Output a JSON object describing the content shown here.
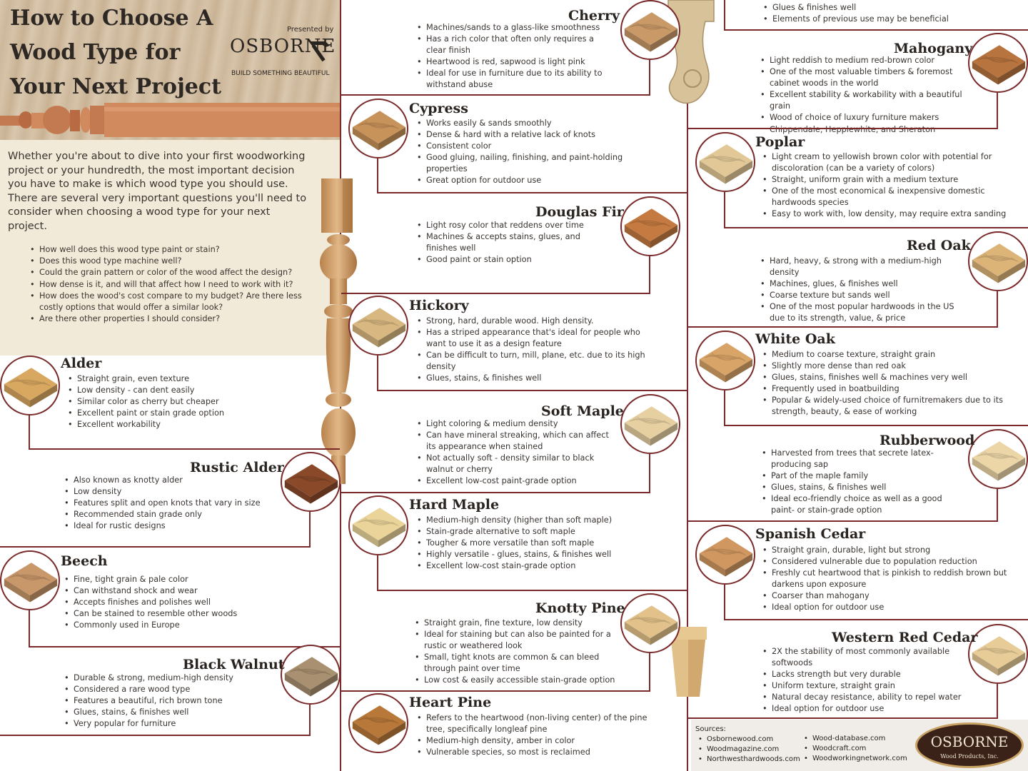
{
  "header": {
    "title_lines": [
      "How to Choose A",
      "Wood Type for",
      "Your Next Project"
    ],
    "presented_by": "Presented by",
    "brand": "OSBORNE",
    "tagline": "BUILD SOMETHING BEAUTIFUL"
  },
  "intro": "Whether you're about to dive into your first woodworking project or your hundredth, the most important decision you have to make is which wood type you should use. There are several very important questions you'll need to consider when choosing a wood type for your next project.",
  "questions": [
    "How well does this wood type paint or stain?",
    "Does this wood type machine well?",
    "Could the grain pattern or color of the wood affect the design?",
    "How dense is it, and will that affect how I need to work with it?",
    "How does the wood's cost compare to my budget? Are there less costly options that would offer a similar look?",
    "Are there other properties I should consider?"
  ],
  "woods": {
    "alder": {
      "title": "Alder",
      "color": "#d9a860",
      "points": [
        "Straight grain, even texture",
        "Low density - can dent easily",
        "Similar color as cherry but cheaper",
        "Excellent paint or stain grade option",
        "Excellent workability"
      ]
    },
    "rustic_alder": {
      "title": "Rustic Alder",
      "color": "#8a4a2a",
      "points": [
        "Also known as knotty alder",
        "Low density",
        "Features split and open knots that vary in size",
        "Recommended stain grade only",
        "Ideal for rustic designs"
      ]
    },
    "beech": {
      "title": "Beech",
      "color": "#c8976a",
      "points": [
        "Fine, tight grain & pale color",
        "Can withstand shock and wear",
        "Accepts finishes and polishes well",
        "Can be stained to resemble other woods",
        "Commonly used in Europe"
      ]
    },
    "black_walnut": {
      "title": "Black Walnut",
      "color": "#a89070",
      "points": [
        "Durable & strong, medium-high density",
        "Considered a rare wood type",
        "Features a beautiful, rich brown tone",
        "Glues, stains, & finishes well",
        "Very popular for furniture"
      ]
    },
    "cherry": {
      "title": "Cherry",
      "color": "#c99a68",
      "points": [
        "Machines/sands to a glass-like smoothness",
        "Has a rich color that often only requires a clear finish",
        "Heartwood is red, sapwood is light pink",
        "Ideal for use in furniture due to its ability to withstand abuse"
      ]
    },
    "cypress": {
      "title": "Cypress",
      "color": "#c8935a",
      "points": [
        "Works easily & sands smoothly",
        "Dense & hard with a relative lack of knots",
        "Consistent color",
        "Good gluing, nailing, finishing, and paint-holding properties",
        "Great option for outdoor use"
      ]
    },
    "douglas_fir": {
      "title": "Douglas Fir",
      "color": "#c47a40",
      "points": [
        "Light rosy color that reddens over time",
        "Machines & accepts stains, glues, and finishes well",
        "Good paint or stain option"
      ]
    },
    "hickory": {
      "title": "Hickory",
      "color": "#d8b880",
      "points": [
        "Strong, hard, durable wood. High density.",
        "Has a striped appearance that's ideal for people who want to use it as a design feature",
        "Can be difficult to turn, mill, plane, etc. due to its high density",
        "Glues, stains, & finishes well"
      ]
    },
    "soft_maple": {
      "title": "Soft Maple",
      "color": "#e6d0a2",
      "points": [
        "Light coloring & medium density",
        "Can have mineral streaking, which can affect its appearance when stained",
        "Not actually soft - density similar to black walnut or cherry",
        "Excellent low-cost paint-grade option"
      ]
    },
    "hard_maple": {
      "title": "Hard Maple",
      "color": "#ead49a",
      "points": [
        "Medium-high density (higher than soft maple)",
        "Stain-grade alternative to soft maple",
        "Tougher & more versatile than soft maple",
        "Highly versatile - glues, stains, & finishes well",
        "Excellent low-cost stain-grade option"
      ]
    },
    "knotty_pine": {
      "title": "Knotty Pine",
      "color": "#e2c28a",
      "points": [
        "Straight grain, fine texture, low density",
        "Ideal for staining but can also be painted for a rustic or weathered look",
        "Small, tight knots are common & can bleed through paint over time",
        "Low cost & easily accessible stain-grade option"
      ]
    },
    "heart_pine": {
      "title": "Heart Pine",
      "color": "#b8783a",
      "points": [
        "Refers to the heartwood (non-living center) of the pine tree, specifically longleaf pine",
        "Medium-high density, amber in color",
        "Vulnerable species, so most is reclaimed"
      ]
    },
    "mahogany": {
      "title": "Mahogany",
      "color": "#b8743e",
      "points": [
        "Light reddish to medium red-brown color",
        "One of the most valuable timbers & foremost cabinet woods in the world",
        "Excellent stability & workability with a beautiful grain",
        "Wood of choice of luxury furniture makers Chippendale, Hepplewhite, and Sheraton"
      ]
    },
    "poplar": {
      "title": "Poplar",
      "color": "#e2c896",
      "points": [
        "Light cream to yellowish brown color with potential for discoloration (can be a variety of colors)",
        "Straight, uniform grain with a medium texture",
        "One of the most economical & inexpensive domestic hardwoods species",
        "Easy to work with, low density, may require extra sanding"
      ]
    },
    "red_oak": {
      "title": "Red Oak",
      "color": "#dcb478",
      "points": [
        "Hard, heavy, & strong with a medium-high density",
        "Machines, glues, & finishes well",
        "Coarse texture but sands well",
        "One of the most popular hardwoods in the US due to its strength, value, & price"
      ]
    },
    "white_oak": {
      "title": "White Oak",
      "color": "#d8a468",
      "points": [
        "Medium to coarse texture, straight grain",
        "Slightly more dense than red oak",
        "Glues, stains, finishes well & machines very well",
        "Frequently used in boatbuilding",
        "Popular & widely-used choice of furnitremakers due to its strength, beauty, & ease of working"
      ]
    },
    "rubberwood": {
      "title": "Rubberwood",
      "color": "#ecd6a8",
      "points": [
        "Harvested from trees that secrete latex-producing sap",
        "Part of the maple family",
        "Glues, stains, & finishes well",
        "Ideal eco-friendly choice as well as a good paint- or stain-grade option"
      ]
    },
    "spanish_cedar": {
      "title": "Spanish Cedar",
      "color": "#d09860",
      "points": [
        "Straight grain, durable, light but strong",
        "Considered vulnerable due to population reduction",
        "Freshly cut heartwood that is pinkish to reddish brown but darkens upon exposure",
        "Coarser than mahogany",
        "Ideal option for outdoor use"
      ]
    },
    "western_red_cedar": {
      "title": "Western Red Cedar",
      "color": "#e8cc98",
      "points": [
        "2X the stability of most commonly available softwoods",
        "Lacks strength but very durable",
        "Uniform texture, straight grain",
        "Natural decay resistance, ability to repel water",
        "Ideal option for outdoor use"
      ]
    }
  },
  "top_right_partial": [
    "Glues & finishes well",
    "Elements of previous use may be beneficial"
  ],
  "sources": {
    "label": "Sources:",
    "left": [
      "Osbornewood.com",
      "Woodmagazine.com",
      "Northwesthardwoods.com"
    ],
    "right": [
      "Wood-database.com",
      "Woodcraft.com",
      "Woodworkingnetwork.com"
    ]
  },
  "footer_logo": {
    "brand": "OSBORNE",
    "sub": "Wood Products, Inc."
  },
  "colors": {
    "accent": "#7a2a2a",
    "intro_bg": "#f1ead8",
    "wood_header": "#d4bfa2"
  }
}
